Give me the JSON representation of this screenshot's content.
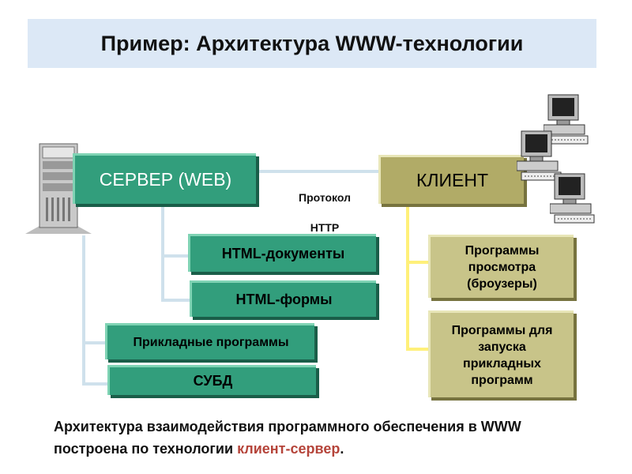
{
  "title": "Пример: Архитектура WWW-технологии",
  "server": {
    "label": "СЕРВЕР (WEB)"
  },
  "client": {
    "label": "КЛИЕНТ"
  },
  "protocol": {
    "line1": "Протокол",
    "line2": "HTTP"
  },
  "server_items": [
    "HTML-документы",
    "HTML-формы",
    "Прикладные программы",
    "СУБД"
  ],
  "client_items": [
    "Программы просмотра (броузеры)",
    "Программы для запуска прикладных программ"
  ],
  "caption": {
    "text": "Архитектура взаимодействия программного обеспечения в WWW построена по технологии ",
    "highlight": "клиент-сервер",
    "end": "."
  },
  "colors": {
    "server_box": "#329e7c",
    "client_box": "#b1ab67",
    "title_bg": "#dce8f6",
    "accent": "#b5443a"
  },
  "icons": [
    "server-tower-icon",
    "desktop-computer-icon"
  ]
}
